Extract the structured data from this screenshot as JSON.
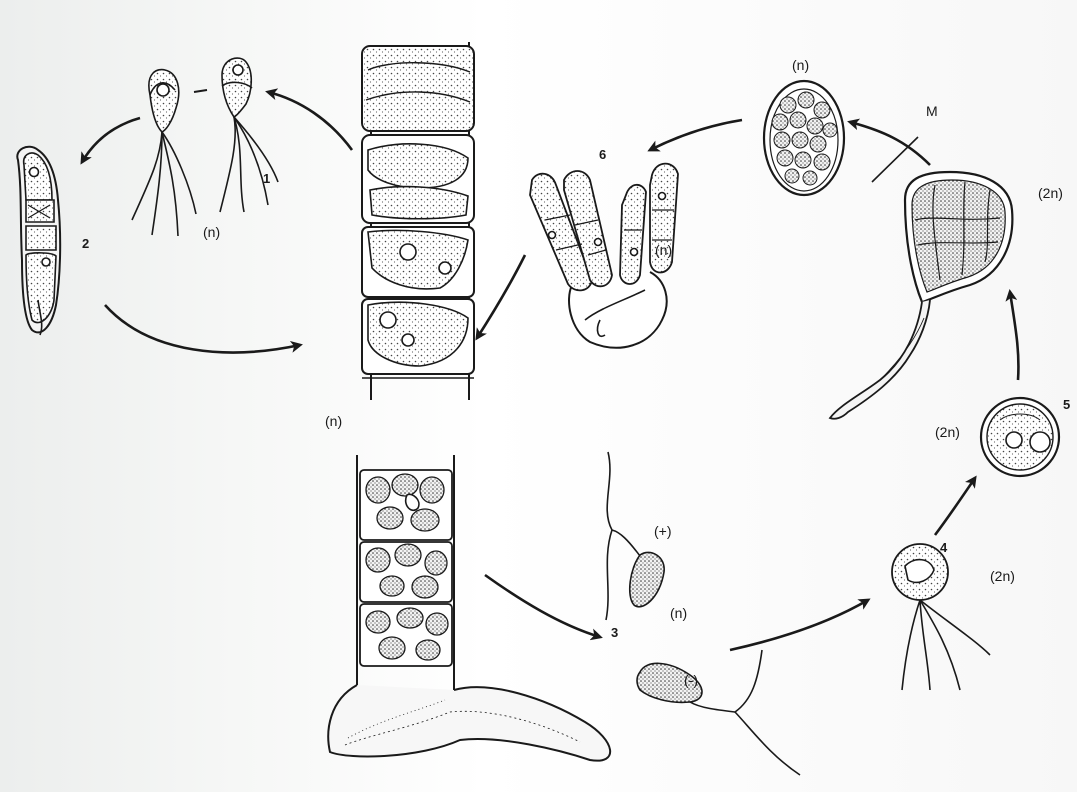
{
  "labels": {
    "n_top": "(n)",
    "n_left_zoospores": "(n)",
    "n_center": "(n)",
    "n_germling": "(n)",
    "n_gamete": "(n)",
    "two_n_sporophyte": "(2n)",
    "two_n_zygote_cyst": "(2n)",
    "two_n_zygote": "(2n)",
    "plus_gamete": "(+)",
    "minus_gamete": "(-)",
    "meiosis": "M",
    "step_1": "1",
    "step_2": "2",
    "step_3": "3",
    "step_4": "4",
    "step_5": "5",
    "step_6": "6"
  },
  "colors": {
    "ink": "#1a1a1a",
    "cell_fill": "#dcdcdc",
    "paper": "#ffffff"
  }
}
